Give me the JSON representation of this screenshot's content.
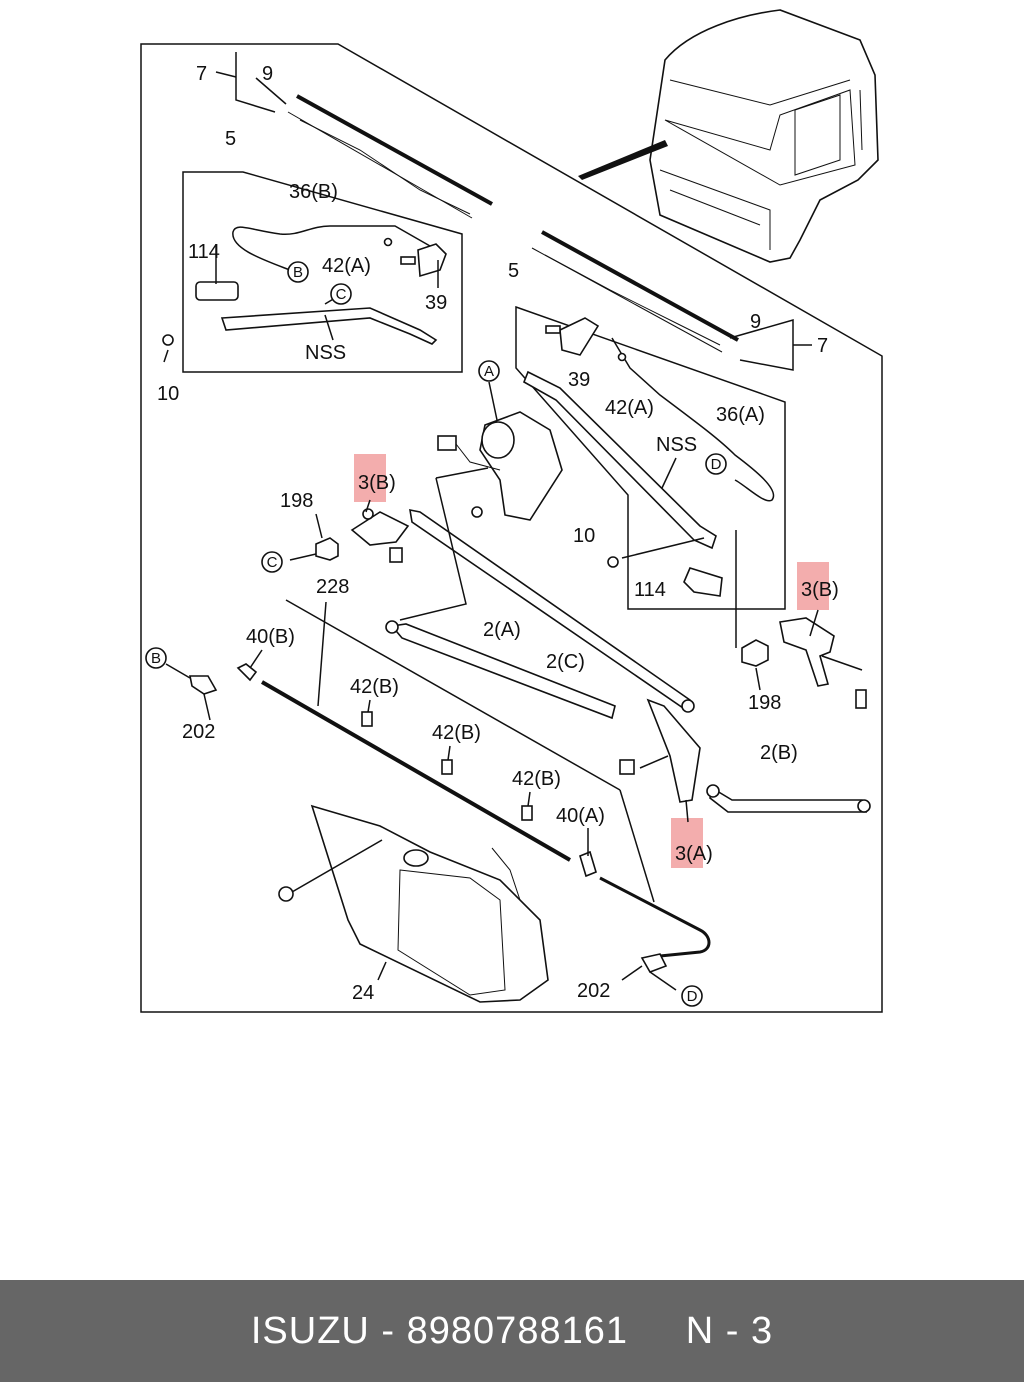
{
  "labels": {
    "l7a": "7",
    "l9a": "9",
    "l5a": "5",
    "l36b": "36(B)",
    "l114a": "114",
    "l42a_a": "42(A)",
    "l39a": "39",
    "lnss_a": "NSS",
    "l10a": "10",
    "l5b": "5",
    "l9b": "9",
    "l7b": "7",
    "l39b": "39",
    "l42a_b": "42(A)",
    "l36a": "36(A)",
    "lnss_b": "NSS",
    "l10b": "10",
    "l114b": "114",
    "l3b_left": "3(B)",
    "l198_left": "198",
    "l228": "228",
    "l40b": "40(B)",
    "l202_left": "202",
    "l42b_1": "42(B)",
    "l42b_2": "42(B)",
    "l42b_3": "42(B)",
    "l40a": "40(A)",
    "l2a": "2(A)",
    "l2c": "2(C)",
    "l3b_right": "3(B)",
    "l198_right": "198",
    "l2b": "2(B)",
    "l3a": "3(A)",
    "l24": "24",
    "l202_right": "202"
  },
  "callouts": {
    "A": "A",
    "B1": "B",
    "B2": "B",
    "C1": "C",
    "C2": "C",
    "D1": "D",
    "D2": "D"
  },
  "footer": {
    "text": "ISUZU - 8980788161     N - 3"
  }
}
